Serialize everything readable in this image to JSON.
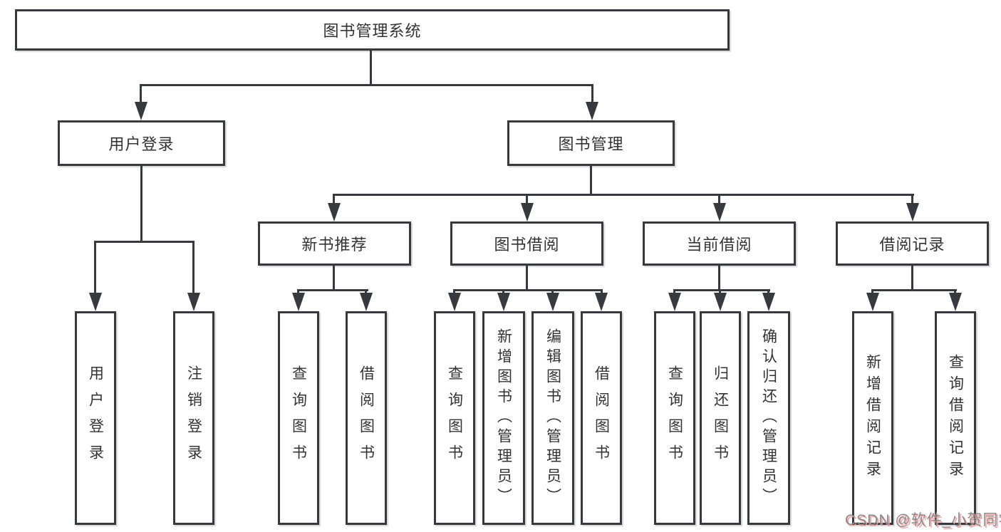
{
  "diagram": {
    "title": "图书管理系统",
    "level2": [
      {
        "label": "用户登录",
        "children": [
          "用户登录",
          "注销登录"
        ]
      },
      {
        "label": "图书管理",
        "children": [
          {
            "label": "新书推荐",
            "children": [
              "查询图书",
              "借阅图书"
            ]
          },
          {
            "label": "图书借阅",
            "children": [
              "查询图书",
              "新增图书（管理员）",
              "编辑图书（管理员）",
              "借阅图书"
            ]
          },
          {
            "label": "当前借阅",
            "children": [
              "查询图书",
              "归还图书",
              "确认归还（管理员）"
            ]
          },
          {
            "label": "借阅记录",
            "children": [
              "新增借阅记录",
              "查询借阅记录"
            ]
          }
        ]
      }
    ]
  },
  "watermark": {
    "text": "CSDN @软件_小贺同学"
  },
  "colors": {
    "background": "#ffffff",
    "line": "#363a3f",
    "box_border": "#363a3f",
    "text": "#333333",
    "watermark_text": "#8a8a8a",
    "watermark_shadow": "#f99696"
  }
}
